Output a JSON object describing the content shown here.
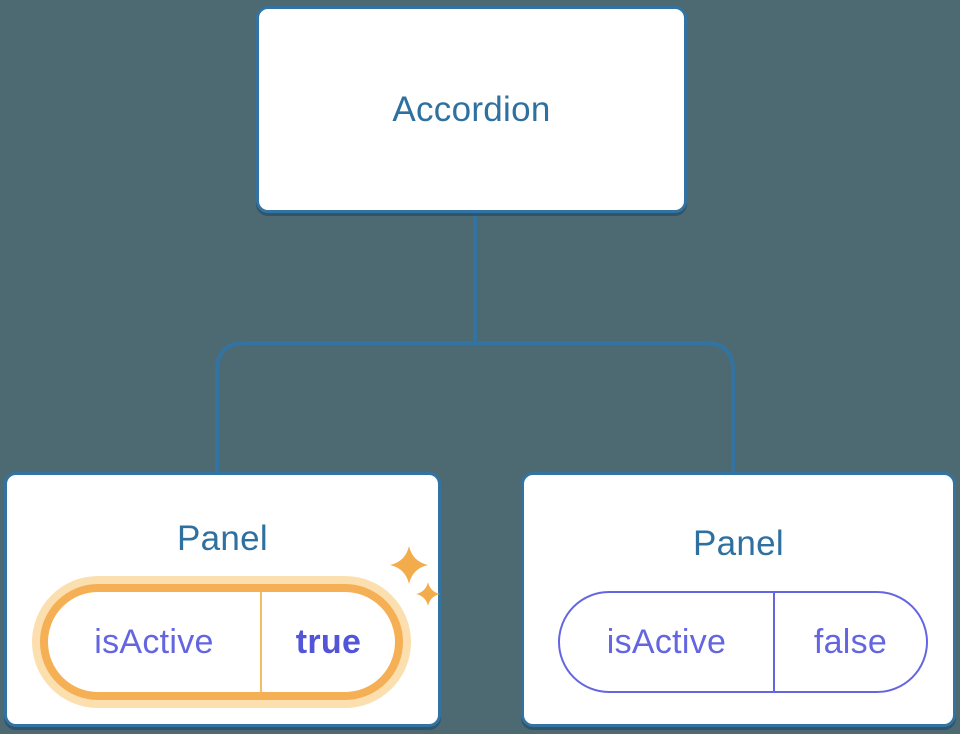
{
  "diagram": {
    "title_node": {
      "label": "Accordion"
    },
    "panels": [
      {
        "label": "Panel",
        "prop_name": "isActive",
        "prop_value": "true",
        "state": "active",
        "icon": "sparkles-icon"
      },
      {
        "label": "Panel",
        "prop_name": "isActive",
        "prop_value": "false",
        "state": "inactive"
      }
    ]
  },
  "colors": {
    "background": "#4D6A73",
    "node_fill": "#FFFFFF",
    "node_border": "#3373A2",
    "node_text": "#2E709F",
    "connector": "#3373A2",
    "prop_text": "#6366E0",
    "prop_value_active_text": "#5355D8",
    "active_pill_border": "#F5AF55",
    "active_pill_glow": "#FBDFAE",
    "sparkle": "#F3AC4C"
  }
}
